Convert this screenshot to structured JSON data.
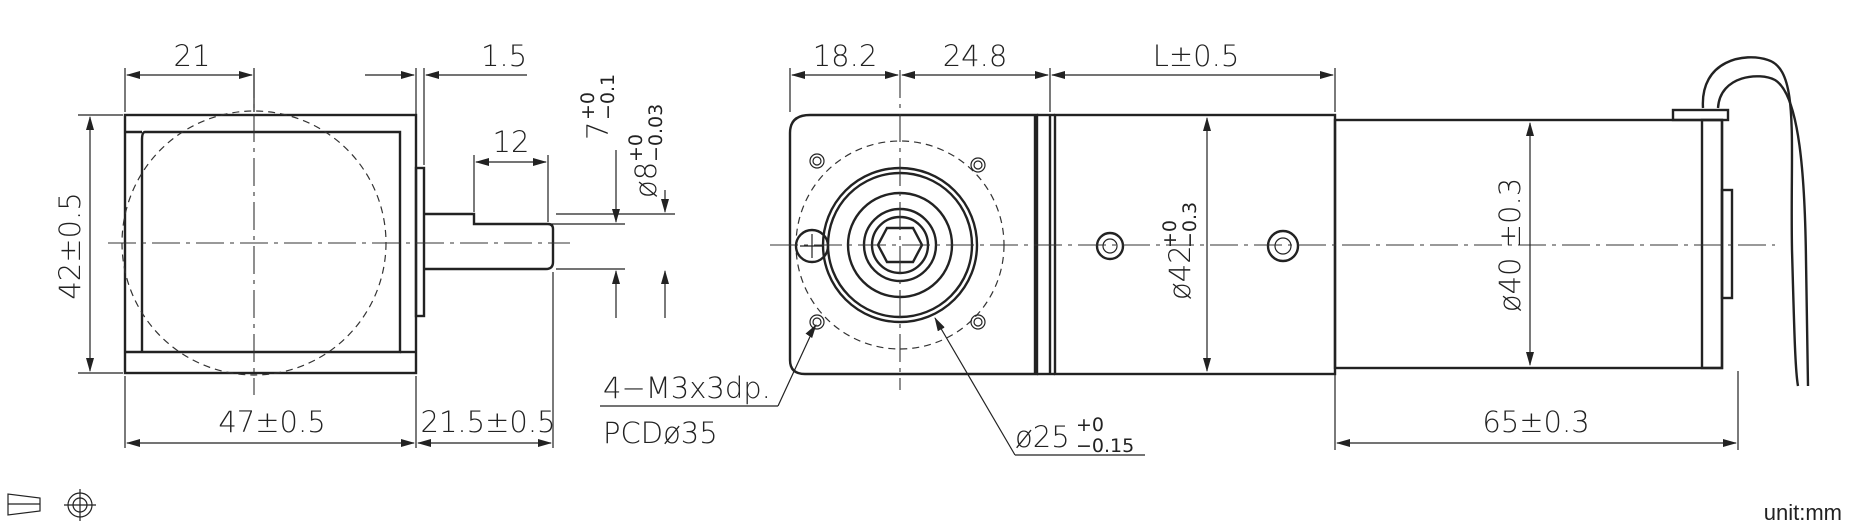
{
  "dimensions": {
    "d21": "21",
    "d1_5": "1.5",
    "d12": "12",
    "d42": "42±0.5",
    "d47": "47±0.5",
    "d21_5": "21.5±0.5",
    "d7_main": "7",
    "d7_tol_up": "+0",
    "d7_tol_dn": "−0.1",
    "d8_main": "ø8",
    "d8_tol_up": "+0",
    "d8_tol_dn": "−0.03",
    "d18_2": "18.2",
    "d24_8": "24.8",
    "dL": "L±0.5",
    "d42dia_main": "ø42",
    "d42dia_tol_up": "+0",
    "d42dia_tol_dn": "−0.3",
    "d40dia": "ø40 ±0.3",
    "d65": "65±0.3",
    "d25_main": "ø25",
    "d25_tol_up": "+0",
    "d25_tol_dn": "−0.15"
  },
  "notes": {
    "holes": "4−M3x3dp.",
    "pcd": "PCDø35"
  },
  "unit_label": "unit:mm",
  "icons": [
    "projection-symbol-icon",
    "crosshair-symbol-icon"
  ]
}
